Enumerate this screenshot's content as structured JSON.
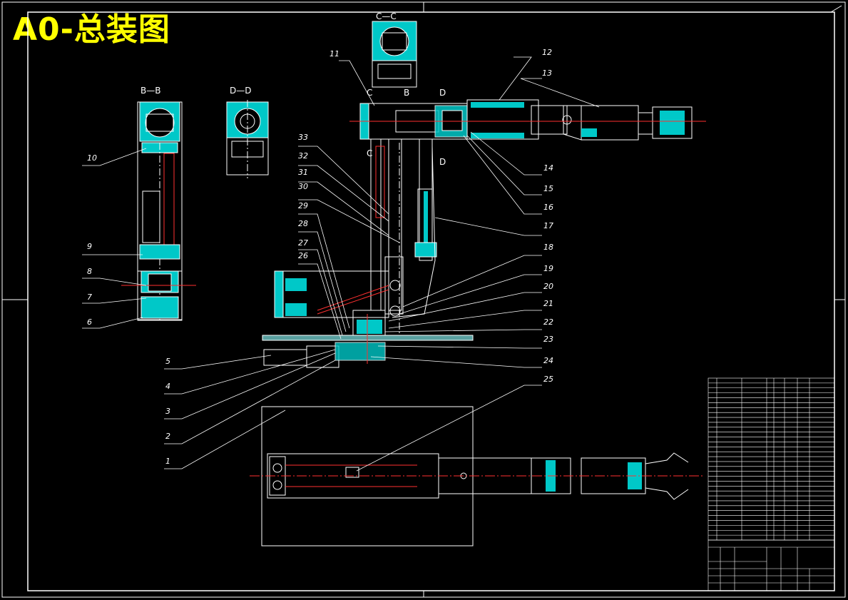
{
  "title": "A0-总装图",
  "section_labels": {
    "bb": "B—B",
    "dd": "D—D",
    "cc": "C—C",
    "c": "C",
    "b": "B",
    "d": "D"
  },
  "part_numbers": [
    "1",
    "2",
    "3",
    "4",
    "5",
    "6",
    "7",
    "8",
    "9",
    "10",
    "11",
    "12",
    "13",
    "14",
    "15",
    "16",
    "17",
    "18",
    "19",
    "20",
    "21",
    "22",
    "23",
    "24",
    "25",
    "26",
    "27",
    "28",
    "29",
    "30",
    "31",
    "32",
    "33"
  ],
  "colors": {
    "background": "#000000",
    "outline": "#ffffff",
    "section_fill": "#00c8c8",
    "center_line": "#ff3030",
    "title": "#ffff00"
  }
}
